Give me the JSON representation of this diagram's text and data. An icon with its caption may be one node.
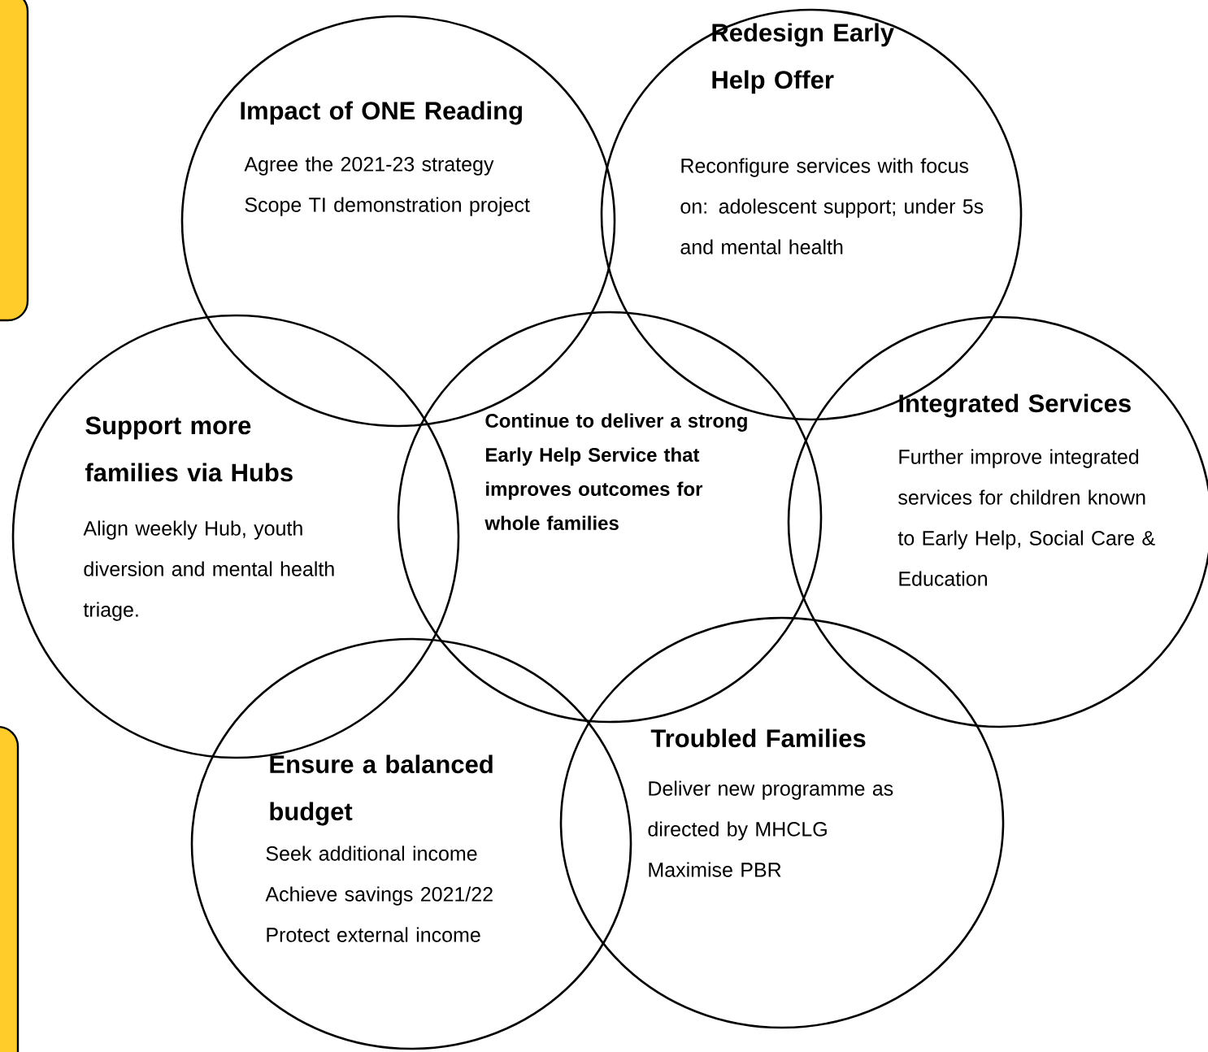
{
  "diagram": {
    "nodes": [
      {
        "text": [
          "Impact of ONE Reading",
          "Agree the 2021-23 strategy",
          "Scope TI demonstration project"
        ]
      },
      {
        "text": [
          "Redesign Early Help Offer",
          "Reconfigure services with focus on: adolescent support; under 5s and mental health"
        ]
      },
      {
        "text": [
          "Support more families via Hubs",
          "Align weekly Hub, youth diversion and mental health triage."
        ]
      },
      {
        "text": [
          "Continue to deliver a strong Early Help Service that improves outcomes for whole families"
        ]
      },
      {
        "text": [
          "Integrated Services",
          "Further improve integrated services for children known to Early Help, Social Care & Education"
        ]
      },
      {
        "text": [
          "Ensure a balanced budget",
          "Seek additional income",
          "Achieve savings 2021/22",
          "Protect external income"
        ]
      },
      {
        "text": [
          "Troubled Families",
          "Deliver new programme as directed by MHCLG",
          "Maximise PBR"
        ]
      }
    ]
  }
}
